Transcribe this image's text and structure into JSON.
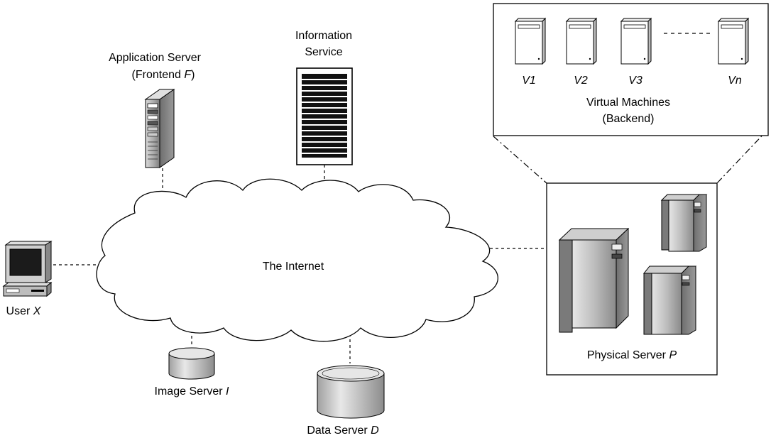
{
  "labels": {
    "app_server_line1": "Application Server",
    "app_server_line2_prefix": "(Frontend ",
    "app_server_line2_var": "F",
    "app_server_line2_suffix": ")",
    "info_line1": "Information",
    "info_line2": "Service",
    "internet": "The Internet",
    "user_prefix": "User ",
    "user_var": "X",
    "image_prefix": "Image Server ",
    "image_var": "I",
    "data_prefix": "Data Server ",
    "data_var": "D",
    "physical_prefix": "Physical Server ",
    "physical_var": "P",
    "vm_line1": "Virtual Machines",
    "vm_line2": "(Backend)",
    "vm_names": [
      "V1",
      "V2",
      "V3",
      "Vn"
    ]
  },
  "icons": {
    "application_server": "tower-server-icon",
    "information_service": "rack-server-icon",
    "user": "desktop-computer-icon",
    "image_server": "database-cylinder-icon",
    "data_server": "database-cylinder-icon",
    "physical_server": "mainframe-icon",
    "virtual_machine": "vm-tower-icon"
  }
}
